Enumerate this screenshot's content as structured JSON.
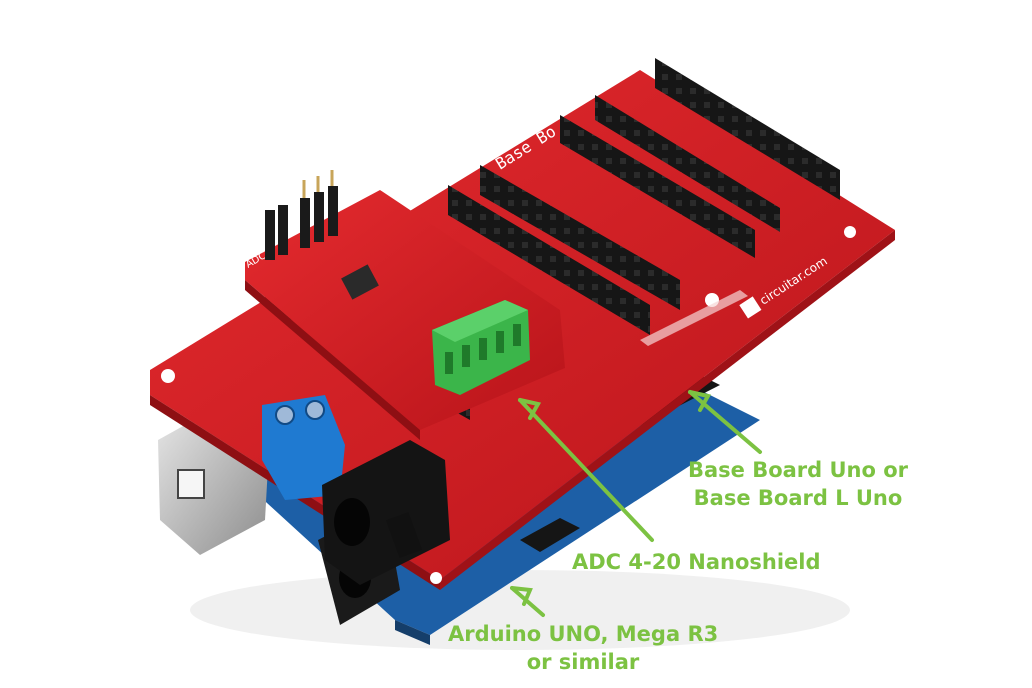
{
  "image": {
    "subject": "product photo",
    "background": "#ffffff"
  },
  "board_silkscreen": {
    "base_board_title": "Base Bo",
    "brand": "circuitar.com",
    "adc_marking": "ADC"
  },
  "callouts": {
    "base_board": {
      "line1": "Base Board Uno or",
      "line2": "Base Board L Uno"
    },
    "adc": {
      "line1": "ADC 4-20 Nanoshield"
    },
    "arduino": {
      "line1": "Arduino UNO, Mega R3",
      "line2": "or similar"
    }
  },
  "colors": {
    "callout_green": "#7cc242",
    "pcb_red": "#d7191c",
    "pcb_blue": "#1d5fa6",
    "header_black": "#141414",
    "terminal_blue": "#1f7ad1",
    "terminal_green": "#3bb54a"
  }
}
